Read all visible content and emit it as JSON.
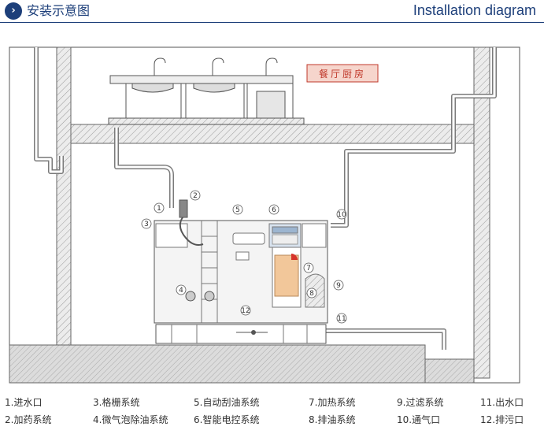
{
  "header": {
    "icon": "chevron-right-icon",
    "title_cn": "安装示意图",
    "title_en": "Installation diagram"
  },
  "diagram": {
    "room_label": "餐厅厨房",
    "markers": [
      "1",
      "2",
      "3",
      "4",
      "5",
      "6",
      "7",
      "8",
      "9",
      "10",
      "11",
      "12"
    ]
  },
  "legend": [
    "1.进水口",
    "3.格栅系统",
    "5.自动刮油系统",
    "7.加热系统",
    "9.过滤系统",
    "11.出水口",
    "2.加药系统",
    "4.微气泡除油系统",
    "6.智能电控系统",
    "8.排油系统",
    "10.通气口",
    "12.排污口"
  ],
  "colors": {
    "accent": "#1d3f7a",
    "label_red": "#c0392b",
    "label_bg": "#f6d5cc",
    "heater": "#f2c79a"
  }
}
